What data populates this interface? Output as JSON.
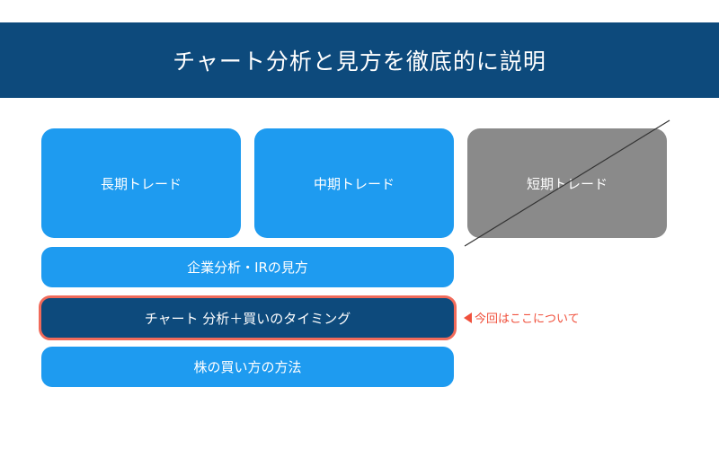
{
  "header": {
    "title": "チャート分析と見方を徹底的に説明",
    "background": "#0d4a7c"
  },
  "timeframes": {
    "long": "長期トレード",
    "mid": "中期トレード",
    "short": "短期トレード"
  },
  "layers": {
    "analysis": "企業分析・IRの見方",
    "chart_timing": "チャート 分析＋買いのタイミング",
    "buy_method": "株の買い方の方法"
  },
  "callout": {
    "text": "今回はここについて",
    "color": "#f0503c"
  },
  "colors": {
    "box_blue": "#1e9bf0",
    "box_gray": "#8a8a8a",
    "highlight_navy": "#0d4a7c",
    "highlight_border": "#f06a5a"
  }
}
